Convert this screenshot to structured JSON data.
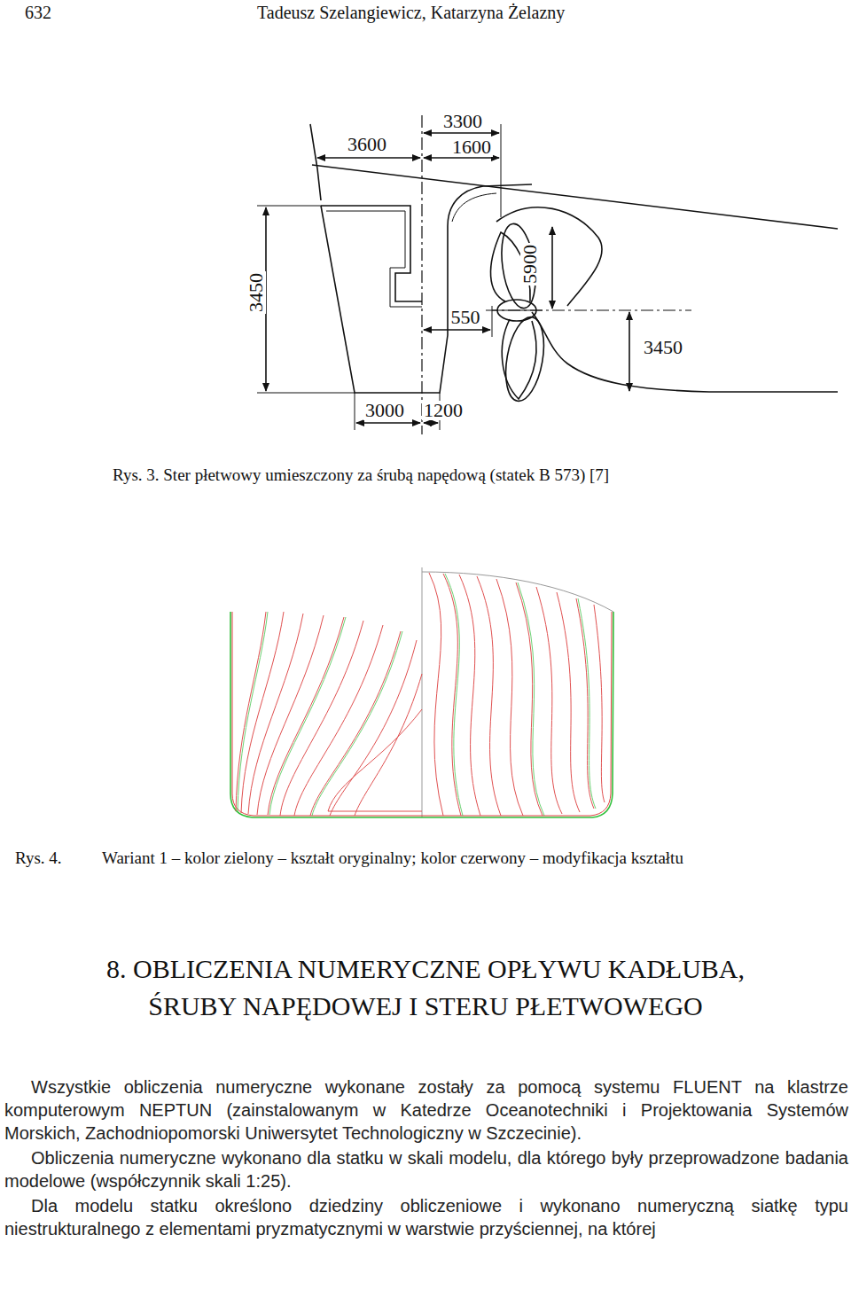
{
  "diagram": {
    "title": "8. OBLICZENIA NUMERYCZNE OPŁYWU KADŁUBA, ŚRUBY NAPĘDOWEJ I STERU PŁETWOWEGO",
    "labels": [
      "632",
      "Tadeusz Szelangiewicz, Katarzyna Żelazny",
      "3600",
      "3300",
      "1600",
      "3450",
      "5900",
      "550",
      "3450",
      "3000",
      "1200",
      "Rys. 3. Ster płetwowy umieszczony za śrubą napędową (statek B 573) [7]",
      "Rys. 4.",
      "Wariant 1 – kolor zielony – kształt oryginalny; kolor czerwony – modyfikacja kształtu",
      "Wszystkie obliczenia numeryczne wykonane zostały za pomocą systemu FLUENT na klastrze komputerowym NEPTUN (zainstalowanym w Katedrze Oceanotechniki i Projektowania Systemów Morskich, Zachodniopomorski Uniwersytet Technologiczny w Szczecinie).",
      "Obliczenia numeryczne wykonano dla statku w skali modelu, dla którego były przeprowadzone badania modelowe (współczynnik skali 1:25).",
      "Dla modelu statku określono dziedziny obliczeniowe i wykonano numeryczną siatkę typu niestrukturalnego z elementami pryzmatycznymi w warstwie przyściennej, na której"
    ]
  }
}
